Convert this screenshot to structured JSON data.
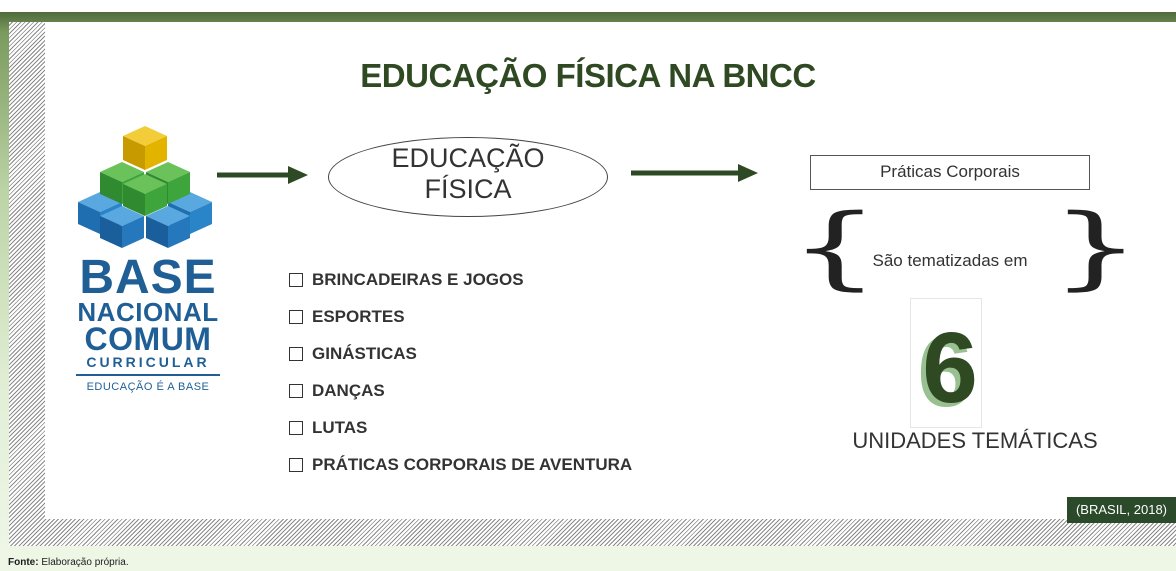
{
  "title": "EDUCAÇÃO FÍSICA NA BNCC",
  "logo": {
    "line1": "BASE",
    "line2": "NACIONAL",
    "line3": "COMUM",
    "line4": "CURRICULAR",
    "tagline": "EDUCAÇÃO É A BASE"
  },
  "diagram": {
    "ellipse_line1": "EDUCAÇÃO",
    "ellipse_line2": "FÍSICA",
    "box_label": "Práticas Corporais",
    "brace_text": "São tematizadas em",
    "count": "6",
    "count_label": "UNIDADES TEMÁTICAS"
  },
  "practices": [
    "BRINCADEIRAS E JOGOS",
    "ESPORTES",
    "GINÁSTICAS",
    "DANÇAS",
    "LUTAS",
    "PRÁTICAS CORPORAIS DE AVENTURA"
  ],
  "citation": "(BRASIL, 2018)",
  "footer": {
    "label": "Fonte:",
    "text": "Elaboração própria."
  },
  "colors": {
    "title_green": "#2f4a23",
    "arrow_green": "#2e4a24",
    "logo_blue": "#1f5f95",
    "cube_yellow": "#e2b400",
    "cube_green": "#3a9a3a",
    "cube_blue": "#2a7cc0",
    "citation_bg": "#2b4a2a"
  }
}
